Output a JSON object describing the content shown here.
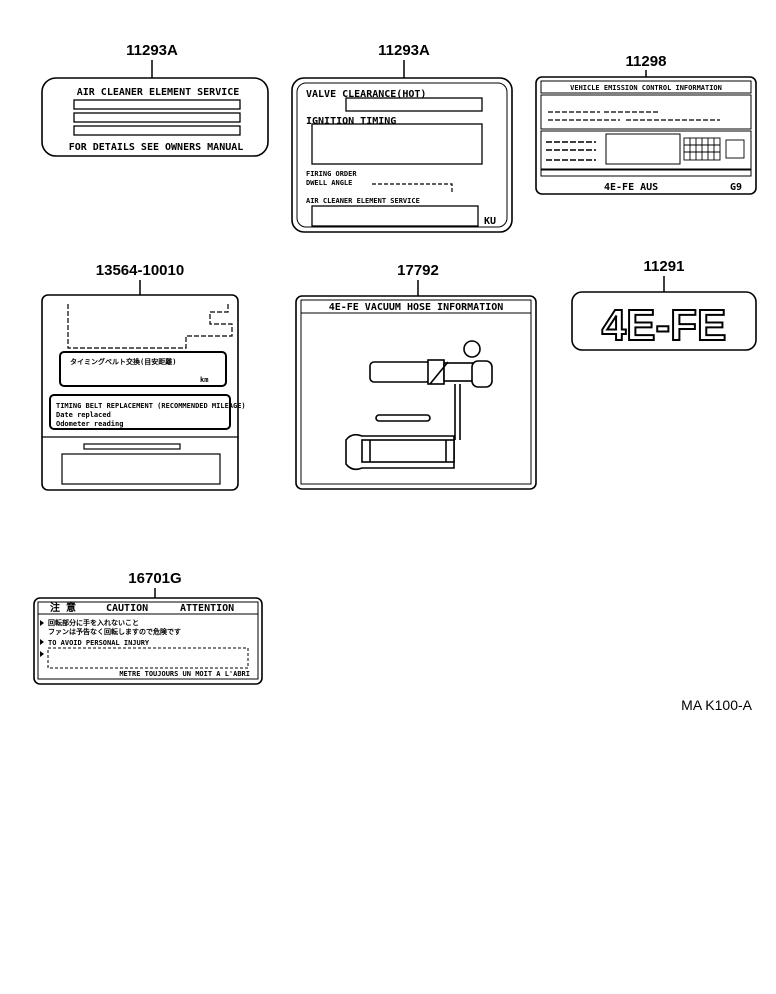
{
  "labels": [
    {
      "part_no": "11293A",
      "lines": [
        "AIR CLEANER ELEMENT SERVICE",
        "FOR DETAILS SEE OWNERS MANUAL"
      ]
    },
    {
      "part_no": "11293A",
      "lines": [
        "VALVE CLEARANCE(HOT)",
        "IGNITION TIMING",
        "FIRING ORDER",
        "DWELL ANGLE",
        "AIR CLEANER ELEMENT SERVICE",
        "KU"
      ]
    },
    {
      "part_no": "11298",
      "lines": [
        "VEHICLE EMISSION CONTROL INFORMATION",
        "4E-FE  AUS",
        "G9"
      ]
    },
    {
      "part_no": "13564-10010",
      "lines": [
        "タイミングベルト交換(目安距離)",
        "km",
        "TIMING BELT REPLACEMENT (RECOMMENDED MILEAGE)",
        "Date replaced",
        "Odometer reading"
      ]
    },
    {
      "part_no": "17792",
      "lines": [
        "4E-FE VACUUM HOSE INFORMATION"
      ]
    },
    {
      "part_no": "11291",
      "lines": [
        "4E-FE"
      ]
    },
    {
      "part_no": "16701G",
      "lines": [
        "注 意",
        "CAUTION",
        "ATTENTION",
        "回転部分に手を入れないこと",
        "ファンは予告なく回転しますので危険です",
        "TO AVOID PERSONAL INJURY",
        "METRE TOUJOURS UN MOIT A L'ABRI"
      ]
    }
  ],
  "reference": "MA K100-A"
}
